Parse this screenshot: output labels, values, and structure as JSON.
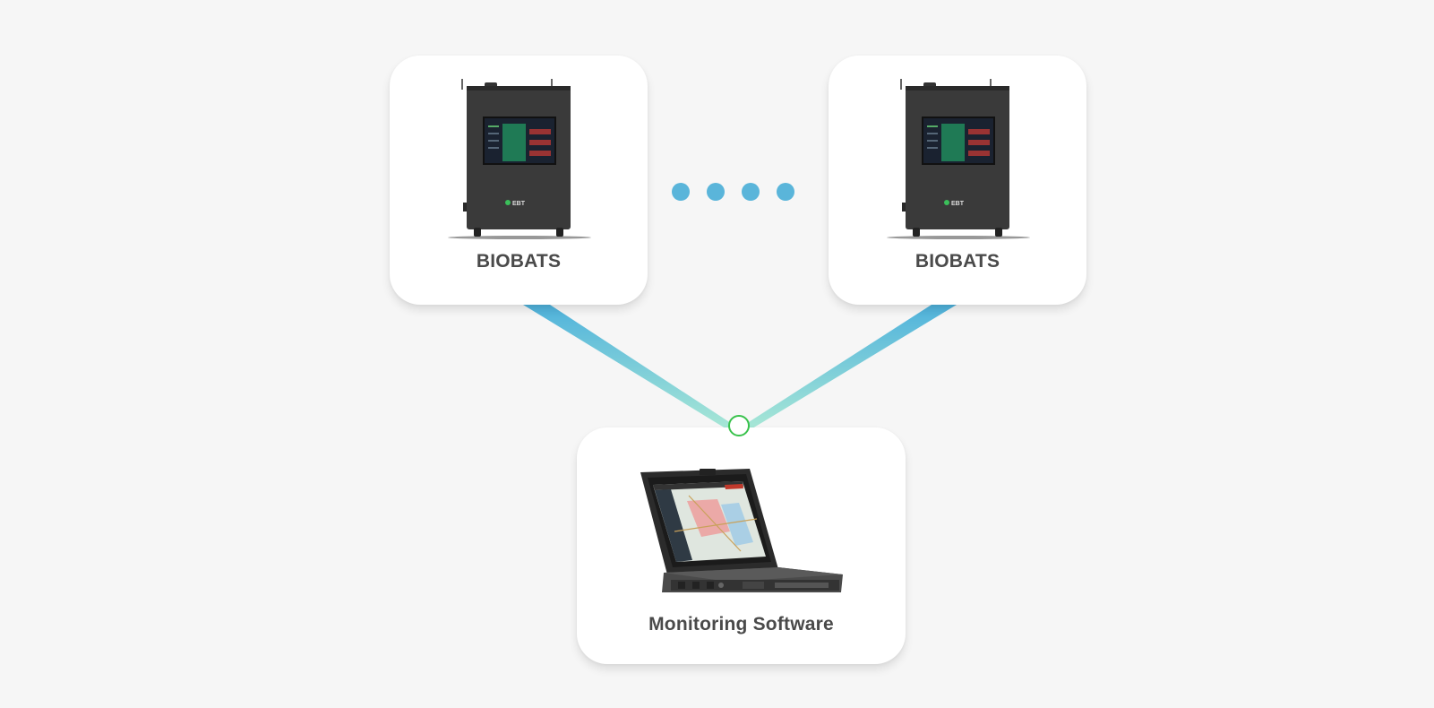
{
  "nodes": {
    "device_left": {
      "label": "BIOBATS",
      "icon": "biobats-unit-image"
    },
    "device_right": {
      "label": "BIOBATS",
      "icon": "biobats-unit-image"
    },
    "monitor": {
      "label": "Monitoring Software",
      "icon": "rugged-laptop-image"
    }
  },
  "device_brand": "EBT",
  "ellipsis_dot_count": 4,
  "colors": {
    "link_top": "#4fb2dc",
    "link_bottom": "#a6e6d6",
    "dot": "#5ab5da",
    "junction_ring": "#39c24c",
    "card": "#ffffff",
    "background": "#f6f6f6",
    "label": "#4a4a4a"
  }
}
